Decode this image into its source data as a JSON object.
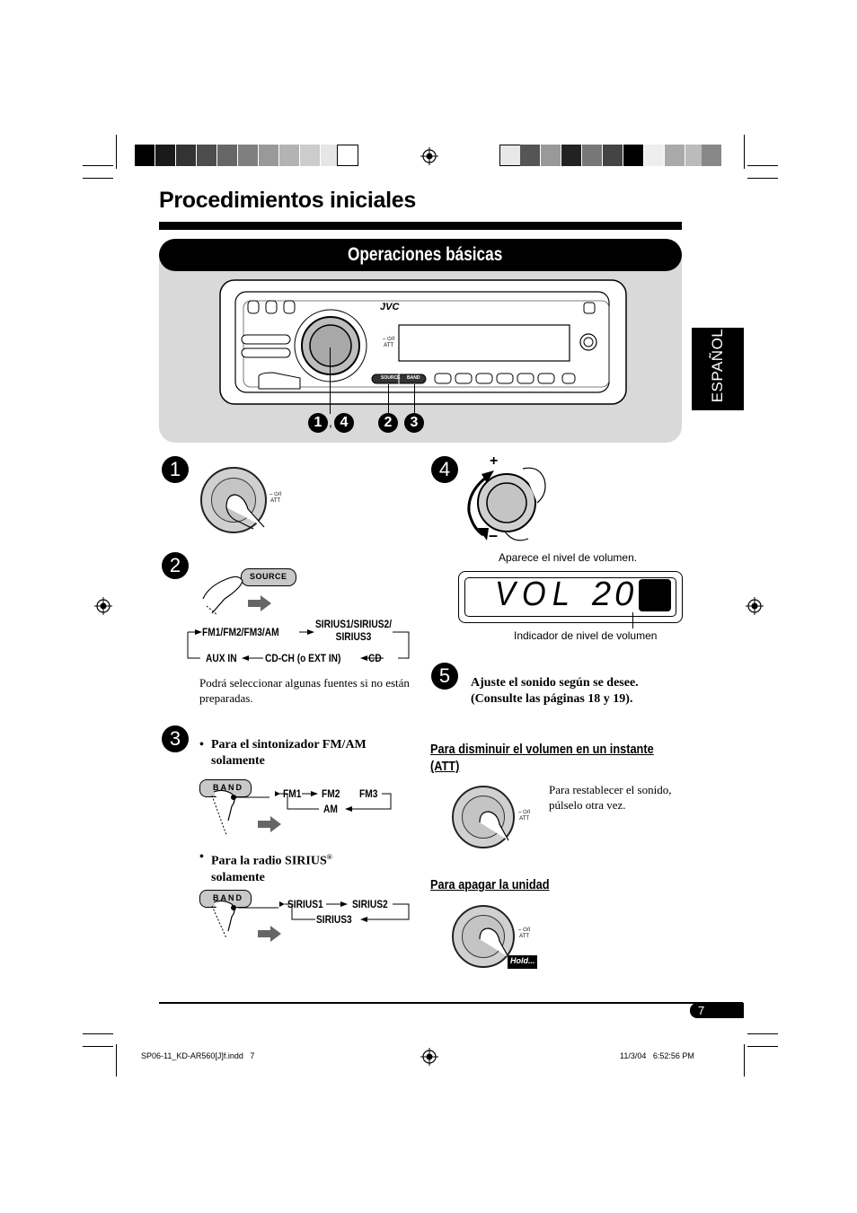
{
  "page": {
    "title": "Procedimientos iniciales",
    "section_banner": "Operaciones básicas",
    "language_tab": "ESPAÑOL",
    "page_number": "7",
    "footer_file": "SP06-11_KD-AR560[J]f.indd   7",
    "footer_date": "11/3/04   6:52:56 PM"
  },
  "panel": {
    "brand": "JVC",
    "source_label": "SOURCE",
    "band_label": "BAND",
    "att_label": "ATT",
    "callout_a": "1",
    "callout_sep": ",",
    "callout_b": "4",
    "callout_c": "2",
    "callout_d": "3"
  },
  "steps": {
    "s1": {
      "num": "1"
    },
    "s2": {
      "num": "2",
      "button": "SOURCE",
      "flow_fm": "FM1/FM2/FM3/AM",
      "flow_sirius": "SIRIUS1/SIRIUS2/ SIRIUS3",
      "flow_aux": "AUX IN",
      "flow_cdch": "CD-CH (o EXT IN)",
      "flow_cd": "CD",
      "note": "Podrá seleccionar algunas fuentes si no están preparadas."
    },
    "s3": {
      "num": "3",
      "bullet1": "Para el sintonizador FM/AM solamente",
      "button": "BAND",
      "fm1": "FM1",
      "fm2": "FM2",
      "fm3": "FM3",
      "am": "AM",
      "bullet2_main": "Para la radio SIRIUS",
      "bullet2_reg": "®",
      "bullet2_tail": "solamente",
      "sirius1": "SIRIUS1",
      "sirius2": "SIRIUS2",
      "sirius3": "SIRIUS3"
    },
    "s4": {
      "num": "4",
      "plus": "+",
      "minus": "–",
      "display_text": "VOL",
      "display_value": "20",
      "caption_top": "Aparece el nivel de volumen.",
      "caption_bottom": "Indicador de nivel de volumen"
    },
    "s5": {
      "num": "5",
      "text": "Ajuste el sonido según se desee. (Consulte las páginas 18 y 19)."
    }
  },
  "att_section": {
    "heading": "Para disminuir el volumen en un instante (ATT)",
    "note": "Para restablecer el sonido, púlselo otra vez."
  },
  "off_section": {
    "heading": "Para apagar la unidad",
    "hold": "Hold..."
  }
}
